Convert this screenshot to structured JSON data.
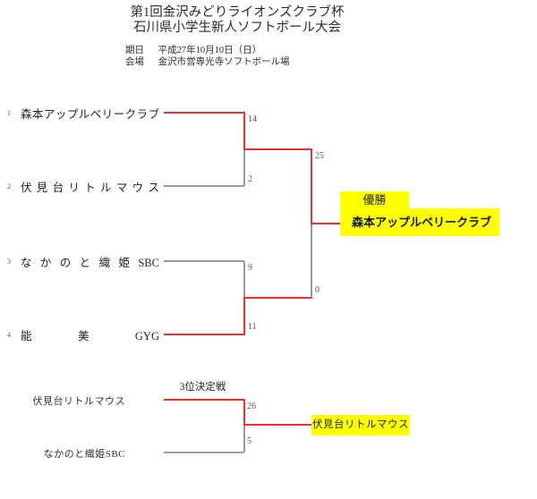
{
  "title": {
    "line1": "第1回金沢みどりライオンズクラブ杯",
    "line2": "石川県小学生新人ソフトボール大会"
  },
  "info": {
    "date_label": "期日",
    "date_value": "平成27年10月10日（日）",
    "venue_label": "会場",
    "venue_value": "金沢市営専光寺ソフトボール場"
  },
  "colors": {
    "winner_line": "#f92c2c",
    "loser_line": "#9a9a9a",
    "highlight": "#ffff00"
  },
  "bracket": {
    "seeds": [
      {
        "seed": "1",
        "name": "森本アップルベリークラブ"
      },
      {
        "seed": "2",
        "name": "伏見台リトルマウス"
      },
      {
        "seed": "3",
        "name": "なかのと織姫SBC"
      },
      {
        "seed": "4",
        "name": "能美GYG"
      }
    ],
    "matches": {
      "semifinal1": {
        "top_score": "14",
        "bottom_score": "2"
      },
      "semifinal2": {
        "top_score": "9",
        "bottom_score": "11"
      },
      "final": {
        "top_score": "25",
        "bottom_score": "0"
      }
    },
    "champion": {
      "label": "優勝",
      "name": "森本アップルベリークラブ"
    }
  },
  "third_place": {
    "title": "3位決定戦",
    "team_top": "伏見台リトルマウス",
    "team_bottom": "なかのと織姫SBC",
    "top_score": "26",
    "bottom_score": "5",
    "winner": "伏見台リトルマウス"
  }
}
